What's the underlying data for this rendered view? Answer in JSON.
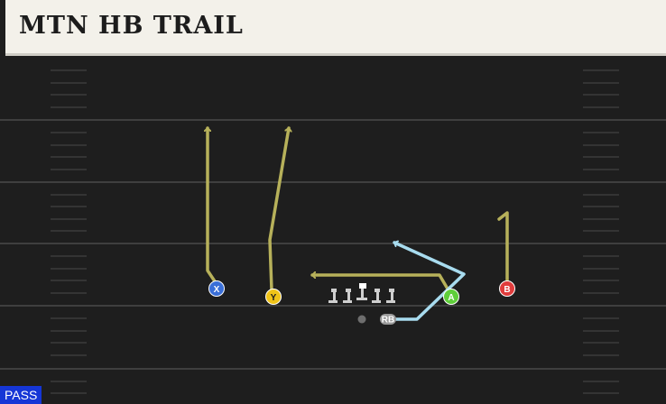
{
  "play": {
    "title": "MTN HB TRAIL",
    "play_type": "PASS"
  },
  "players": [
    {
      "id": "x",
      "label": "X",
      "role": "receiver",
      "color": "#3a6fd8"
    },
    {
      "id": "y",
      "label": "Y",
      "role": "receiver",
      "color": "#f0c419"
    },
    {
      "id": "a",
      "label": "A",
      "role": "receiver",
      "color": "#5fcf3a"
    },
    {
      "id": "b",
      "label": "B",
      "role": "receiver",
      "color": "#e03c3c"
    },
    {
      "id": "rb",
      "label": "RB",
      "role": "running-back",
      "color": "#9a9a9a"
    }
  ],
  "colors": {
    "field": "#1e1e1e",
    "yard_line": "#4a4a4a",
    "route_receiver": "#b7b15a",
    "route_back": "#a8dcef",
    "lineman": "#cfcfcf",
    "qb": "#6e6e6e",
    "badge": "#1536d6"
  }
}
